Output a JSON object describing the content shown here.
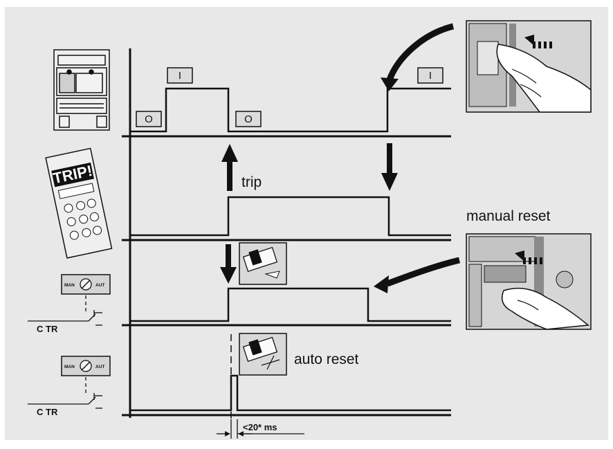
{
  "labels": {
    "trip": "trip",
    "manual_reset": "manual reset",
    "auto_reset": "auto reset",
    "ctr_top": "C TR",
    "ctr_bottom": "C TR",
    "duration": "<20* ms"
  },
  "states": {
    "closed_1": "I",
    "closed_2": "I",
    "open_1": "O",
    "open_2": "O"
  },
  "selector": {
    "man": "MAN",
    "aut": "AUT"
  },
  "trip_banner": "TRIP!",
  "colors": {
    "background": "#e8e8e8",
    "line": "#111111",
    "button_fill": "#dcdcdc",
    "photo_fill": "#d9d9d9"
  }
}
